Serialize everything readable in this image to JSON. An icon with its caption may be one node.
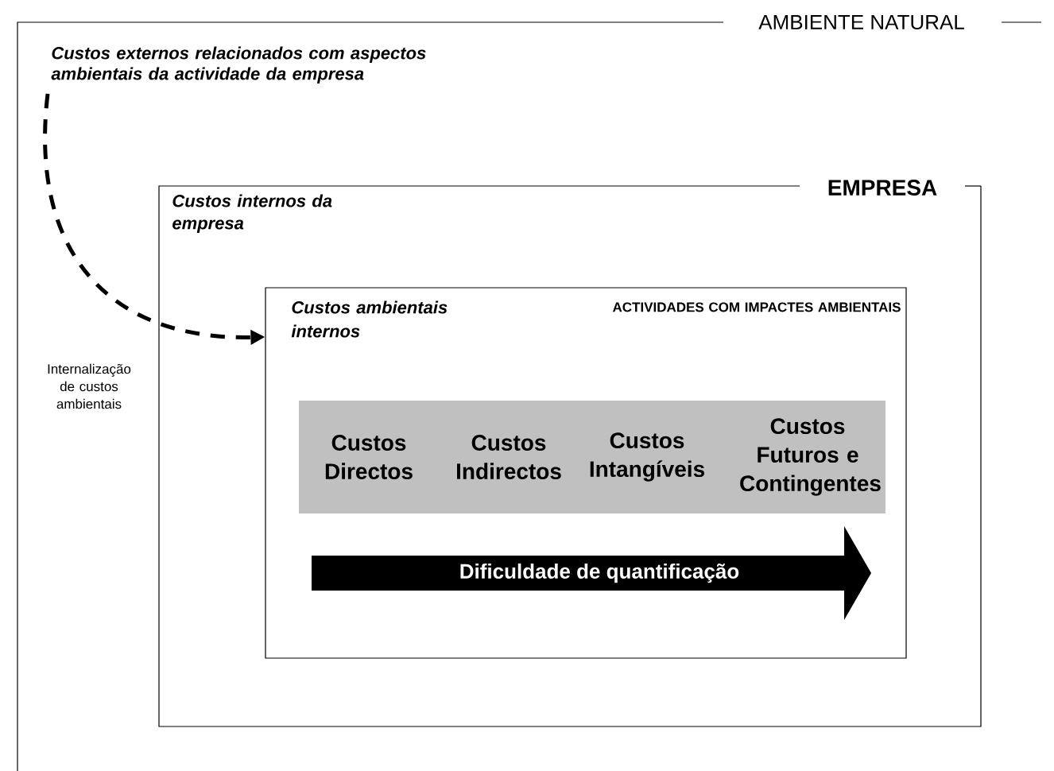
{
  "diagram": {
    "nodes": [
      {
        "text": [
          "AMBIENTE NATURAL"
        ]
      },
      {
        "text": [
          "Custos externos relacionados com aspectos ambientais da actividade da empresa"
        ],
        "in": 0
      },
      {
        "text": [
          "EMPRESA",
          "Custos internos da empresa"
        ],
        "in": 0
      },
      {
        "text": [
          "Custos ambientais internos",
          "ACTIVIDADES COM IMPACTES AMBIENTAIS"
        ],
        "in": 2
      },
      {
        "text": [
          "Custos Directos",
          "Custos Indirectos",
          "Custos Intangíveis",
          "Custos Futuros e Contingentes"
        ],
        "in": 3
      },
      {
        "text": [
          "Dificuldade de quantificação"
        ],
        "in": 3
      }
    ],
    "edges": [
      {
        "from": 1,
        "to": 3,
        "arrow": "to",
        "style": "dashed"
      }
    ],
    "labels": [
      "Internalização de custos ambientais"
    ]
  }
}
